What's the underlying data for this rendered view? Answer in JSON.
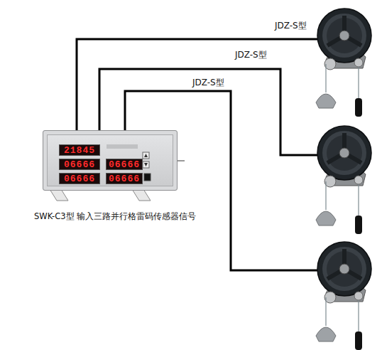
{
  "diagram": {
    "nodes": [
      {
        "text": [
          "SWK-C3型 输入三路并行格雷码传感器信号"
        ]
      },
      {
        "text": [
          "21845"
        ],
        "in": 0
      },
      {
        "text": [
          "06666"
        ],
        "in": 0
      },
      {
        "text": [
          "06666"
        ],
        "in": 0
      },
      {
        "text": [
          "06666"
        ],
        "in": 0
      },
      {
        "text": [
          "06666"
        ],
        "in": 0
      }
    ],
    "labels": [
      "JDZ-S型",
      "JDZ-S型",
      "JDZ-S型"
    ]
  }
}
